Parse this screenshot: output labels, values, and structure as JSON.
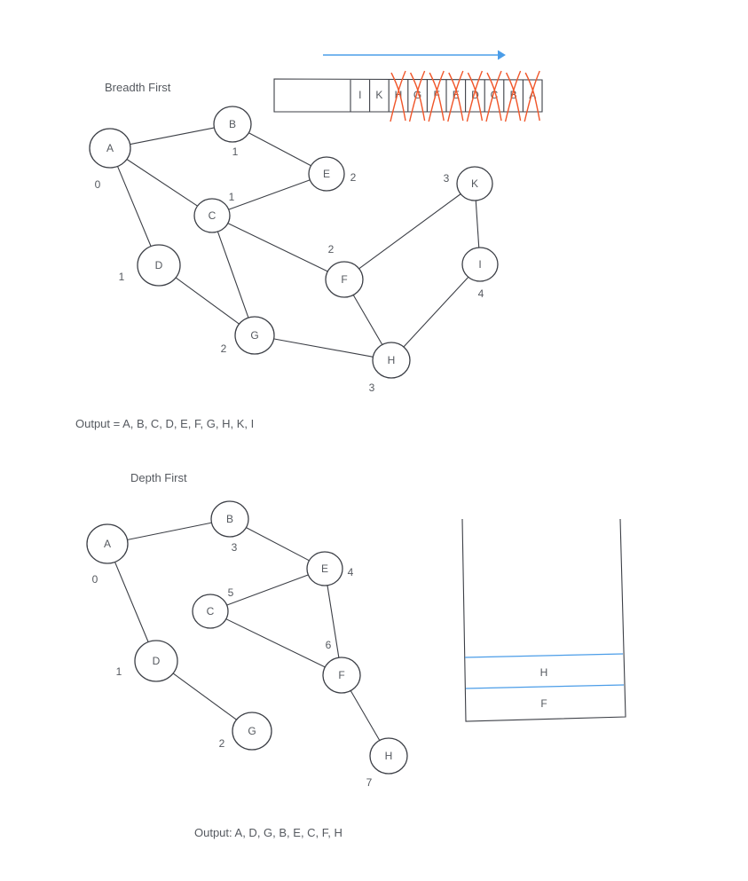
{
  "bfs": {
    "title": "Breadth First",
    "output": "Output = A, B, C, D, E, F, G, H, K, I",
    "nodes": [
      {
        "id": "A",
        "label": "A",
        "level": "0"
      },
      {
        "id": "B",
        "label": "B",
        "level": "1"
      },
      {
        "id": "C",
        "label": "C",
        "level": "1"
      },
      {
        "id": "D",
        "label": "D",
        "level": "1"
      },
      {
        "id": "E",
        "label": "E",
        "level": "2"
      },
      {
        "id": "F",
        "label": "F",
        "level": "2"
      },
      {
        "id": "G",
        "label": "G",
        "level": "2"
      },
      {
        "id": "H",
        "label": "H",
        "level": "3"
      },
      {
        "id": "K",
        "label": "K",
        "level": "3"
      },
      {
        "id": "I",
        "label": "I",
        "level": "4"
      }
    ],
    "edges": [
      [
        "A",
        "B"
      ],
      [
        "A",
        "C"
      ],
      [
        "A",
        "D"
      ],
      [
        "B",
        "E"
      ],
      [
        "C",
        "E"
      ],
      [
        "C",
        "F"
      ],
      [
        "C",
        "G"
      ],
      [
        "D",
        "G"
      ],
      [
        "G",
        "H"
      ],
      [
        "F",
        "H"
      ],
      [
        "F",
        "K"
      ],
      [
        "K",
        "I"
      ],
      [
        "I",
        "H"
      ]
    ],
    "queue": {
      "cells": [
        {
          "label": "I",
          "crossed": false
        },
        {
          "label": "K",
          "crossed": false
        },
        {
          "label": "H",
          "crossed": true
        },
        {
          "label": "G",
          "crossed": true
        },
        {
          "label": "F",
          "crossed": true
        },
        {
          "label": "E",
          "crossed": true
        },
        {
          "label": "D",
          "crossed": true
        },
        {
          "label": "C",
          "crossed": true
        },
        {
          "label": "B",
          "crossed": true
        },
        {
          "label": "A",
          "crossed": true
        }
      ]
    }
  },
  "dfs": {
    "title": "Depth First",
    "output": "Output: A, D, G, B, E, C, F, H",
    "nodes": [
      {
        "id": "A",
        "label": "A",
        "order": "0"
      },
      {
        "id": "B",
        "label": "B",
        "order": "3"
      },
      {
        "id": "E",
        "label": "E",
        "order": "4"
      },
      {
        "id": "C",
        "label": "C",
        "order": "5"
      },
      {
        "id": "D",
        "label": "D",
        "order": "1"
      },
      {
        "id": "F",
        "label": "F",
        "order": "6"
      },
      {
        "id": "G",
        "label": "G",
        "order": "2"
      },
      {
        "id": "H",
        "label": "H",
        "order": "7"
      }
    ],
    "edges": [
      [
        "A",
        "B"
      ],
      [
        "A",
        "D"
      ],
      [
        "B",
        "E"
      ],
      [
        "E",
        "C"
      ],
      [
        "E",
        "F"
      ],
      [
        "C",
        "F"
      ],
      [
        "D",
        "G"
      ],
      [
        "F",
        "H"
      ]
    ],
    "stack": [
      "H",
      "F"
    ]
  },
  "colors": {
    "ink": "#3c3f46",
    "text": "#55595f",
    "cross": "#f0562a",
    "arrow": "#4b9de8"
  }
}
